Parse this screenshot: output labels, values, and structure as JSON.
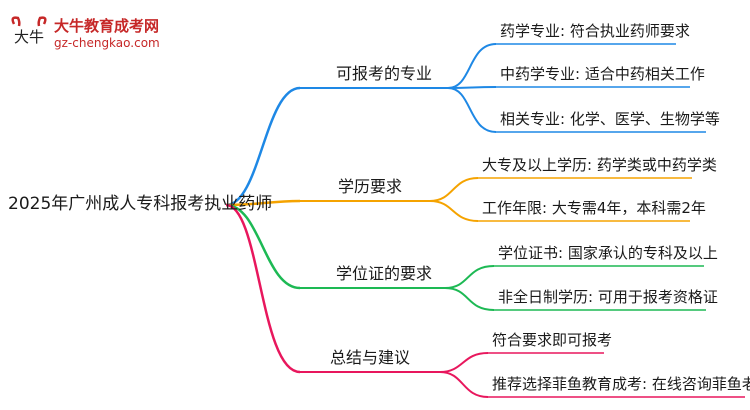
{
  "logo": {
    "title": "大牛教育成考网",
    "url": "gz-chengkao.com",
    "mark_text": "大牛"
  },
  "mindmap": {
    "root": "2025年广州成人专科报考执业药师",
    "branches": [
      {
        "label": "可报考的专业",
        "color": "#1e88e5",
        "leaves": [
          "药学专业: 符合执业药师要求",
          "中药学专业: 适合中药相关工作",
          "相关专业: 化学、医学、生物学等"
        ]
      },
      {
        "label": "学历要求",
        "color": "#f5a300",
        "leaves": [
          "大专及以上学历: 药学类或中药学类",
          "工作年限: 大专需4年，本科需2年"
        ]
      },
      {
        "label": "学位证的要求",
        "color": "#1db954",
        "leaves": [
          "学位证书: 国家承认的专科及以上",
          "非全日制学历: 可用于报考资格证"
        ]
      },
      {
        "label": "总结与建议",
        "color": "#e8175d",
        "leaves": [
          "符合要求即可报考",
          "推荐选择菲鱼教育成考: 在线咨询菲鱼老师"
        ]
      }
    ]
  }
}
